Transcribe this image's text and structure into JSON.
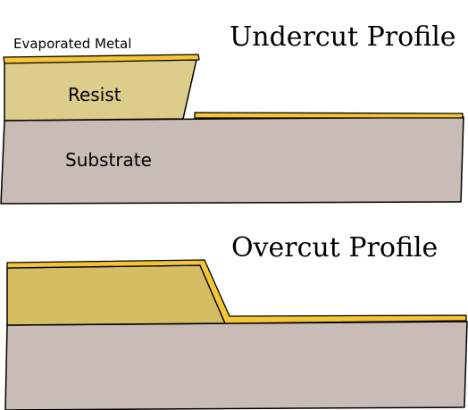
{
  "undercut": {
    "title": "Undercut  Profile",
    "metal_label": "Evaporated Metal",
    "resist_label": "Resist",
    "substrate_label": "Substrate"
  },
  "overcut": {
    "title": "Overcut  Profile"
  },
  "colors": {
    "metal": "#f4c534",
    "resist_undercut": "#ddcd8a",
    "resist_overcut": "#d4bd63",
    "substrate": "#c9bcb7",
    "outline": "#000000"
  }
}
